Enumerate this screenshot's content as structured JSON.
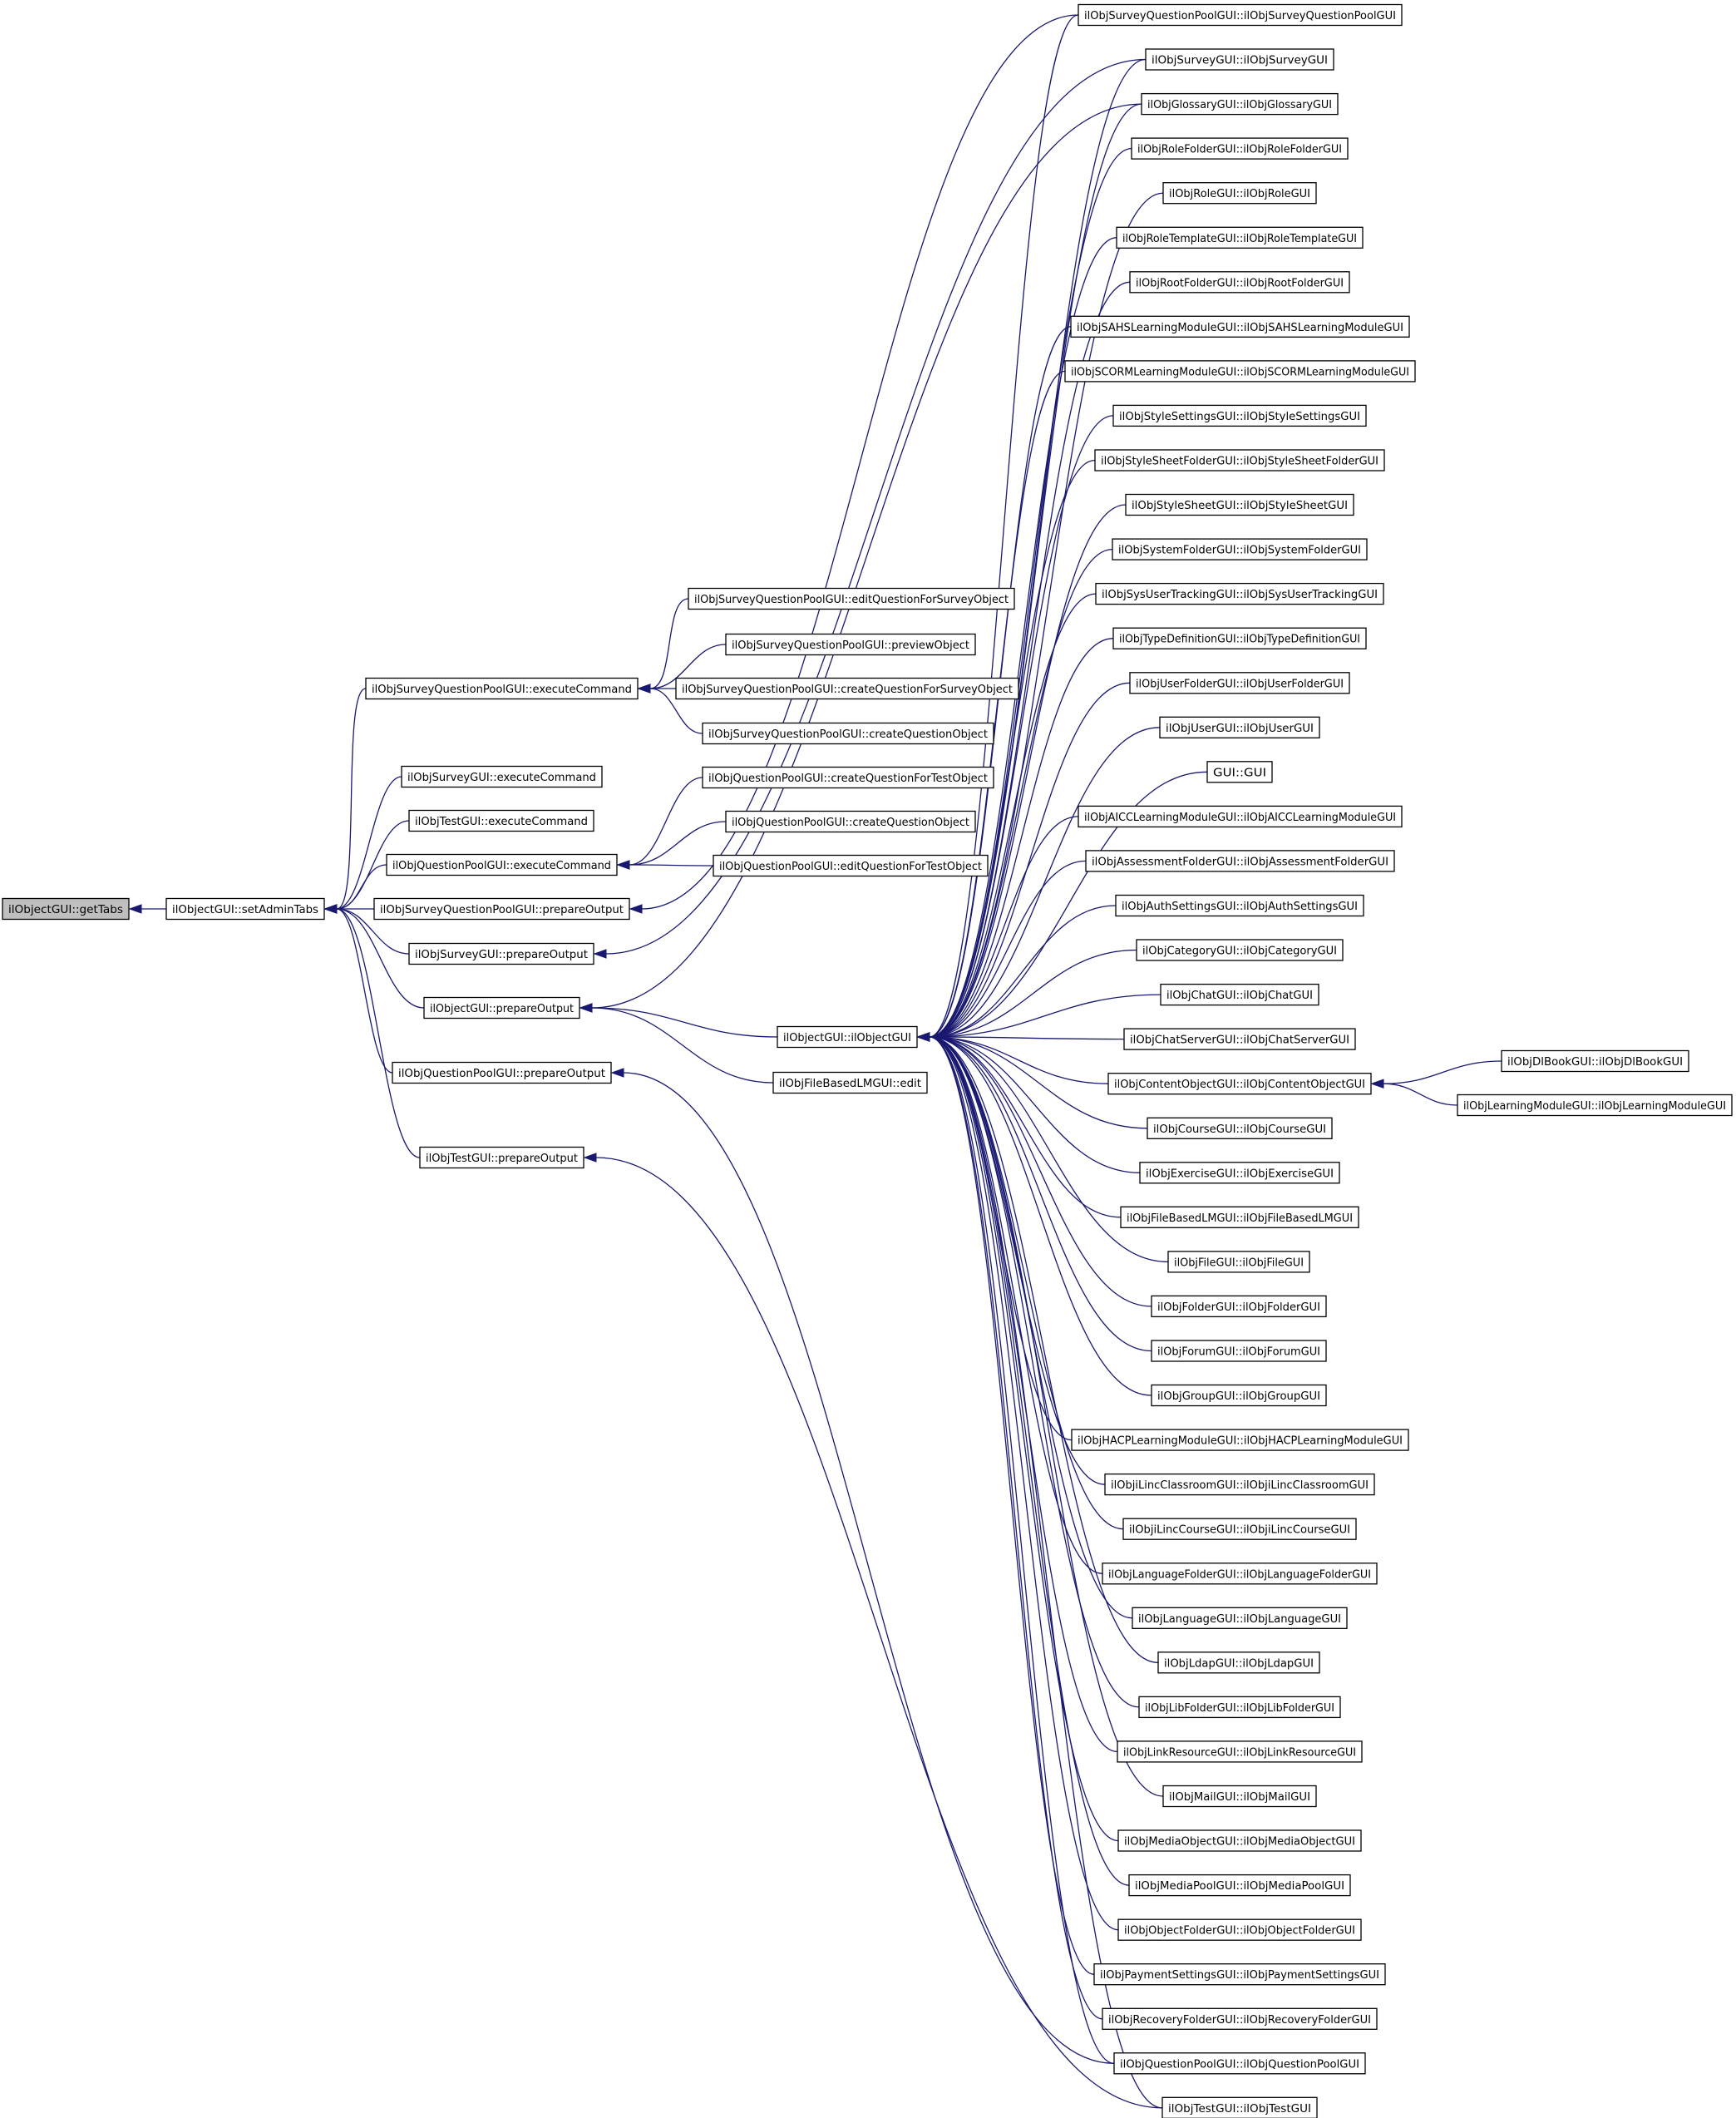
{
  "diagram": {
    "type": "call-graph",
    "edge_color": "#191970",
    "node_border": "#000000",
    "root_fill": "#bfbfbf",
    "nodes": [
      {
        "id": "getTabs",
        "label": "ilObjectGUI::getTabs",
        "root": true
      },
      {
        "id": "setAdminTabs",
        "label": "ilObjectGUI::setAdminTabs"
      },
      {
        "id": "sqp_exec",
        "label": "ilObjSurveyQuestionPoolGUI::executeCommand"
      },
      {
        "id": "survey_exec",
        "label": "ilObjSurveyGUI::executeCommand"
      },
      {
        "id": "test_exec",
        "label": "ilObjTestGUI::executeCommand"
      },
      {
        "id": "qp_exec",
        "label": "ilObjQuestionPoolGUI::executeCommand"
      },
      {
        "id": "sqp_prep",
        "label": "ilObjSurveyQuestionPoolGUI::prepareOutput"
      },
      {
        "id": "survey_prep",
        "label": "ilObjSurveyGUI::prepareOutput"
      },
      {
        "id": "obj_prep",
        "label": "ilObjectGUI::prepareOutput"
      },
      {
        "id": "qp_prep",
        "label": "ilObjQuestionPoolGUI::prepareOutput"
      },
      {
        "id": "test_prep",
        "label": "ilObjTestGUI::prepareOutput"
      },
      {
        "id": "sqp_editq",
        "label": "ilObjSurveyQuestionPoolGUI::editQuestionForSurveyObject"
      },
      {
        "id": "sqp_preview",
        "label": "ilObjSurveyQuestionPoolGUI::previewObject"
      },
      {
        "id": "sqp_createqs",
        "label": "ilObjSurveyQuestionPoolGUI::createQuestionForSurveyObject"
      },
      {
        "id": "sqp_createq",
        "label": "ilObjSurveyQuestionPoolGUI::createQuestionObject"
      },
      {
        "id": "qp_createqt",
        "label": "ilObjQuestionPoolGUI::createQuestionForTestObject"
      },
      {
        "id": "qp_createq",
        "label": "ilObjQuestionPoolGUI::createQuestionObject"
      },
      {
        "id": "qp_editqt",
        "label": "ilObjQuestionPoolGUI::editQuestionForTestObject"
      },
      {
        "id": "obj_ctor",
        "label": "ilObjectGUI::ilObjectGUI"
      },
      {
        "id": "fblm_edit",
        "label": "ilObjFileBasedLMGUI::edit"
      },
      {
        "id": "c_sqp",
        "label": "ilObjSurveyQuestionPoolGUI::ilObjSurveyQuestionPoolGUI"
      },
      {
        "id": "c_survey",
        "label": "ilObjSurveyGUI::ilObjSurveyGUI"
      },
      {
        "id": "c_glossary",
        "label": "ilObjGlossaryGUI::ilObjGlossaryGUI"
      },
      {
        "id": "c_rolefolder",
        "label": "ilObjRoleFolderGUI::ilObjRoleFolderGUI"
      },
      {
        "id": "c_role",
        "label": "ilObjRoleGUI::ilObjRoleGUI"
      },
      {
        "id": "c_roletpl",
        "label": "ilObjRoleTemplateGUI::ilObjRoleTemplateGUI"
      },
      {
        "id": "c_rootfolder",
        "label": "ilObjRootFolderGUI::ilObjRootFolderGUI"
      },
      {
        "id": "c_sahs",
        "label": "ilObjSAHSLearningModuleGUI::ilObjSAHSLearningModuleGUI"
      },
      {
        "id": "c_scorm",
        "label": "ilObjSCORMLearningModuleGUI::ilObjSCORMLearningModuleGUI"
      },
      {
        "id": "c_stylesettings",
        "label": "ilObjStyleSettingsGUI::ilObjStyleSettingsGUI"
      },
      {
        "id": "c_stylesheetfolder",
        "label": "ilObjStyleSheetFolderGUI::ilObjStyleSheetFolderGUI"
      },
      {
        "id": "c_stylesheet",
        "label": "ilObjStyleSheetGUI::ilObjStyleSheetGUI"
      },
      {
        "id": "c_systemfolder",
        "label": "ilObjSystemFolderGUI::ilObjSystemFolderGUI"
      },
      {
        "id": "c_sysusertracking",
        "label": "ilObjSysUserTrackingGUI::ilObjSysUserTrackingGUI"
      },
      {
        "id": "c_typedef",
        "label": "ilObjTypeDefinitionGUI::ilObjTypeDefinitionGUI"
      },
      {
        "id": "c_userfolder",
        "label": "ilObjUserFolderGUI::ilObjUserFolderGUI"
      },
      {
        "id": "c_user",
        "label": "ilObjUserGUI::ilObjUserGUI"
      },
      {
        "id": "c_gui",
        "label": "GUI::GUI"
      },
      {
        "id": "c_aicc",
        "label": "ilObjAICCLearningModuleGUI::ilObjAICCLearningModuleGUI"
      },
      {
        "id": "c_assessfolder",
        "label": "ilObjAssessmentFolderGUI::ilObjAssessmentFolderGUI"
      },
      {
        "id": "c_authsettings",
        "label": "ilObjAuthSettingsGUI::ilObjAuthSettingsGUI"
      },
      {
        "id": "c_category",
        "label": "ilObjCategoryGUI::ilObjCategoryGUI"
      },
      {
        "id": "c_chat",
        "label": "ilObjChatGUI::ilObjChatGUI"
      },
      {
        "id": "c_chatserver",
        "label": "ilObjChatServerGUI::ilObjChatServerGUI"
      },
      {
        "id": "c_contentobject",
        "label": "ilObjContentObjectGUI::ilObjContentObjectGUI"
      },
      {
        "id": "c_course",
        "label": "ilObjCourseGUI::ilObjCourseGUI"
      },
      {
        "id": "c_exercise",
        "label": "ilObjExerciseGUI::ilObjExerciseGUI"
      },
      {
        "id": "c_filebasedlm",
        "label": "ilObjFileBasedLMGUI::ilObjFileBasedLMGUI"
      },
      {
        "id": "c_file",
        "label": "ilObjFileGUI::ilObjFileGUI"
      },
      {
        "id": "c_folder",
        "label": "ilObjFolderGUI::ilObjFolderGUI"
      },
      {
        "id": "c_forum",
        "label": "ilObjForumGUI::ilObjForumGUI"
      },
      {
        "id": "c_group",
        "label": "ilObjGroupGUI::ilObjGroupGUI"
      },
      {
        "id": "c_hacp",
        "label": "ilObjHACPLearningModuleGUI::ilObjHACPLearningModuleGUI"
      },
      {
        "id": "c_lincclassroom",
        "label": "ilObjiLincClassroomGUI::ilObjiLincClassroomGUI"
      },
      {
        "id": "c_linccourse",
        "label": "ilObjiLincCourseGUI::ilObjiLincCourseGUI"
      },
      {
        "id": "c_langfolder",
        "label": "ilObjLanguageFolderGUI::ilObjLanguageFolderGUI"
      },
      {
        "id": "c_language",
        "label": "ilObjLanguageGUI::ilObjLanguageGUI"
      },
      {
        "id": "c_ldap",
        "label": "ilObjLdapGUI::ilObjLdapGUI"
      },
      {
        "id": "c_libfolder",
        "label": "ilObjLibFolderGUI::ilObjLibFolderGUI"
      },
      {
        "id": "c_linkresource",
        "label": "ilObjLinkResourceGUI::ilObjLinkResourceGUI"
      },
      {
        "id": "c_mail",
        "label": "ilObjMailGUI::ilObjMailGUI"
      },
      {
        "id": "c_mediaobject",
        "label": "ilObjMediaObjectGUI::ilObjMediaObjectGUI"
      },
      {
        "id": "c_mediapool",
        "label": "ilObjMediaPoolGUI::ilObjMediaPoolGUI"
      },
      {
        "id": "c_objectfolder",
        "label": "ilObjObjectFolderGUI::ilObjObjectFolderGUI"
      },
      {
        "id": "c_paymentsettings",
        "label": "ilObjPaymentSettingsGUI::ilObjPaymentSettingsGUI"
      },
      {
        "id": "c_recoveryfolder",
        "label": "ilObjRecoveryFolderGUI::ilObjRecoveryFolderGUI"
      },
      {
        "id": "c_questionpool",
        "label": "ilObjQuestionPoolGUI::ilObjQuestionPoolGUI"
      },
      {
        "id": "c_test",
        "label": "ilObjTestGUI::ilObjTestGUI"
      },
      {
        "id": "c_dlbook",
        "label": "ilObjDlBookGUI::ilObjDlBookGUI"
      },
      {
        "id": "c_learningmodule",
        "label": "ilObjLearningModuleGUI::ilObjLearningModuleGUI"
      }
    ],
    "edges": [
      {
        "from": "setAdminTabs",
        "to": "getTabs"
      },
      {
        "from": "sqp_exec",
        "to": "setAdminTabs"
      },
      {
        "from": "survey_exec",
        "to": "setAdminTabs"
      },
      {
        "from": "test_exec",
        "to": "setAdminTabs"
      },
      {
        "from": "qp_exec",
        "to": "setAdminTabs"
      },
      {
        "from": "sqp_prep",
        "to": "setAdminTabs"
      },
      {
        "from": "survey_prep",
        "to": "setAdminTabs"
      },
      {
        "from": "obj_prep",
        "to": "setAdminTabs"
      },
      {
        "from": "qp_prep",
        "to": "setAdminTabs"
      },
      {
        "from": "test_prep",
        "to": "setAdminTabs"
      },
      {
        "from": "sqp_editq",
        "to": "sqp_exec"
      },
      {
        "from": "sqp_preview",
        "to": "sqp_exec"
      },
      {
        "from": "sqp_createqs",
        "to": "sqp_exec"
      },
      {
        "from": "sqp_createq",
        "to": "sqp_exec"
      },
      {
        "from": "qp_createqt",
        "to": "qp_exec"
      },
      {
        "from": "qp_createq",
        "to": "qp_exec"
      },
      {
        "from": "qp_editqt",
        "to": "qp_exec"
      },
      {
        "from": "c_sqp",
        "to": "sqp_prep"
      },
      {
        "from": "c_survey",
        "to": "survey_prep"
      },
      {
        "from": "c_glossary",
        "to": "obj_prep"
      },
      {
        "from": "obj_ctor",
        "to": "obj_prep"
      },
      {
        "from": "fblm_edit",
        "to": "obj_prep"
      },
      {
        "from": "c_questionpool",
        "to": "qp_prep"
      },
      {
        "from": "c_test",
        "to": "test_prep"
      },
      {
        "from": "c_sqp",
        "to": "obj_ctor"
      },
      {
        "from": "c_survey",
        "to": "obj_ctor"
      },
      {
        "from": "c_glossary",
        "to": "obj_ctor"
      },
      {
        "from": "c_rolefolder",
        "to": "obj_ctor"
      },
      {
        "from": "c_role",
        "to": "obj_ctor"
      },
      {
        "from": "c_roletpl",
        "to": "obj_ctor"
      },
      {
        "from": "c_rootfolder",
        "to": "obj_ctor"
      },
      {
        "from": "c_sahs",
        "to": "obj_ctor"
      },
      {
        "from": "c_scorm",
        "to": "obj_ctor"
      },
      {
        "from": "c_stylesettings",
        "to": "obj_ctor"
      },
      {
        "from": "c_stylesheetfolder",
        "to": "obj_ctor"
      },
      {
        "from": "c_stylesheet",
        "to": "obj_ctor"
      },
      {
        "from": "c_systemfolder",
        "to": "obj_ctor"
      },
      {
        "from": "c_sysusertracking",
        "to": "obj_ctor"
      },
      {
        "from": "c_typedef",
        "to": "obj_ctor"
      },
      {
        "from": "c_userfolder",
        "to": "obj_ctor"
      },
      {
        "from": "c_user",
        "to": "obj_ctor"
      },
      {
        "from": "c_gui",
        "to": "obj_ctor"
      },
      {
        "from": "c_aicc",
        "to": "obj_ctor"
      },
      {
        "from": "c_assessfolder",
        "to": "obj_ctor"
      },
      {
        "from": "c_authsettings",
        "to": "obj_ctor"
      },
      {
        "from": "c_category",
        "to": "obj_ctor"
      },
      {
        "from": "c_chat",
        "to": "obj_ctor"
      },
      {
        "from": "c_chatserver",
        "to": "obj_ctor"
      },
      {
        "from": "c_contentobject",
        "to": "obj_ctor"
      },
      {
        "from": "c_course",
        "to": "obj_ctor"
      },
      {
        "from": "c_exercise",
        "to": "obj_ctor"
      },
      {
        "from": "c_filebasedlm",
        "to": "obj_ctor"
      },
      {
        "from": "c_file",
        "to": "obj_ctor"
      },
      {
        "from": "c_folder",
        "to": "obj_ctor"
      },
      {
        "from": "c_forum",
        "to": "obj_ctor"
      },
      {
        "from": "c_group",
        "to": "obj_ctor"
      },
      {
        "from": "c_hacp",
        "to": "obj_ctor"
      },
      {
        "from": "c_lincclassroom",
        "to": "obj_ctor"
      },
      {
        "from": "c_linccourse",
        "to": "obj_ctor"
      },
      {
        "from": "c_langfolder",
        "to": "obj_ctor"
      },
      {
        "from": "c_language",
        "to": "obj_ctor"
      },
      {
        "from": "c_ldap",
        "to": "obj_ctor"
      },
      {
        "from": "c_libfolder",
        "to": "obj_ctor"
      },
      {
        "from": "c_linkresource",
        "to": "obj_ctor"
      },
      {
        "from": "c_mail",
        "to": "obj_ctor"
      },
      {
        "from": "c_mediaobject",
        "to": "obj_ctor"
      },
      {
        "from": "c_mediapool",
        "to": "obj_ctor"
      },
      {
        "from": "c_objectfolder",
        "to": "obj_ctor"
      },
      {
        "from": "c_paymentsettings",
        "to": "obj_ctor"
      },
      {
        "from": "c_recoveryfolder",
        "to": "obj_ctor"
      },
      {
        "from": "c_questionpool",
        "to": "obj_ctor"
      },
      {
        "from": "c_test",
        "to": "obj_ctor"
      },
      {
        "from": "c_dlbook",
        "to": "c_contentobject"
      },
      {
        "from": "c_learningmodule",
        "to": "c_contentobject"
      }
    ]
  }
}
